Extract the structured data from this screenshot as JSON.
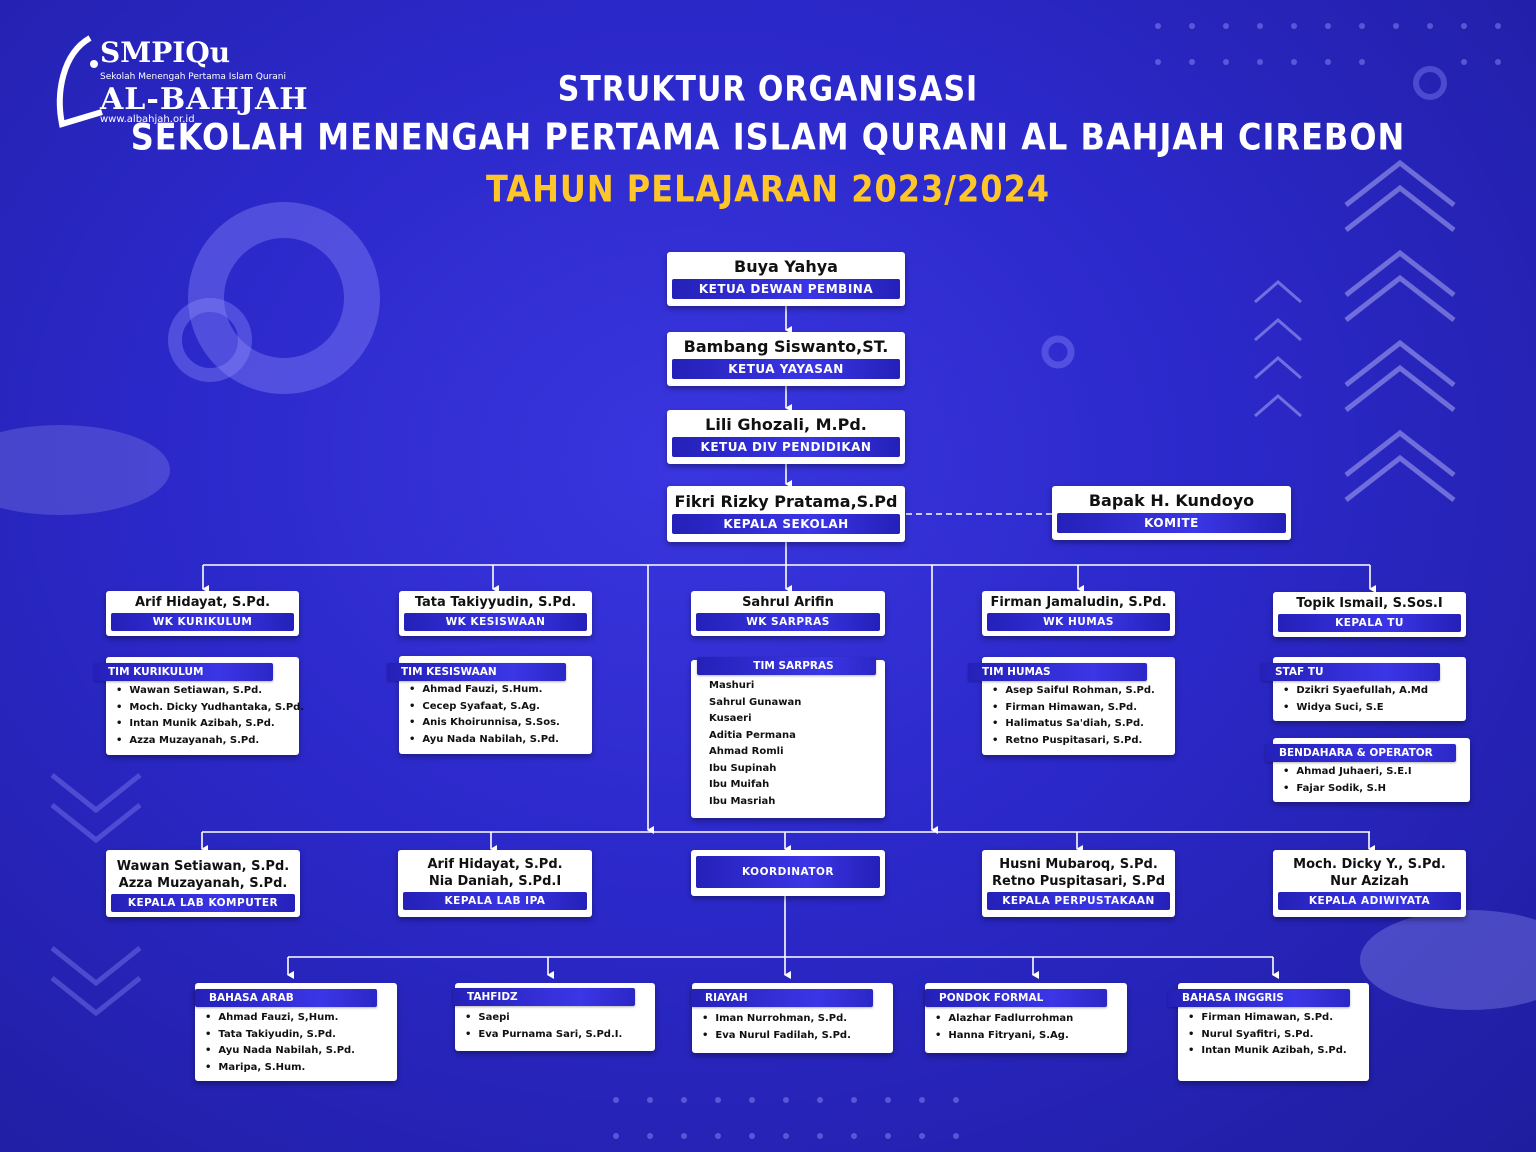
{
  "logo": {
    "line1": "SMPIQu",
    "line2": "Sekolah Menengah Pertama Islam Qurani",
    "line3": "AL-BAHJAH",
    "line4": "www.albahjah.or.id"
  },
  "title": {
    "line1": "STRUKTUR ORGANISASI",
    "line2": "SEKOLAH MENENGAH PERTAMA ISLAM QURANI AL BAHJAH CIREBON",
    "line3": "TAHUN PELAJARAN 2023/2024"
  },
  "top": {
    "pembina": {
      "name": "Buya Yahya",
      "role": "KETUA DEWAN PEMBINA"
    },
    "yayasan": {
      "name": "Bambang Siswanto,ST.",
      "role": "KETUA YAYASAN"
    },
    "div": {
      "name": "Lili Ghozali, M.Pd.",
      "role": "KETUA DIV PENDIDIKAN"
    },
    "kepsek": {
      "name": "Fikri Rizky Pratama,S.Pd",
      "role": "KEPALA SEKOLAH"
    },
    "komite": {
      "name": "Bapak H. Kundoyo",
      "role": "KOMITE"
    }
  },
  "wk": {
    "kurikulum": {
      "name": "Arif Hidayat, S.Pd.",
      "role": "WK KURIKULUM"
    },
    "kesiswaan": {
      "name": "Tata Takiyyudin, S.Pd.",
      "role": "WK KESISWAAN"
    },
    "sarpras": {
      "name": "Sahrul Arifin",
      "role": "WK SARPRAS"
    },
    "humas": {
      "name": "Firman Jamaludin, S.Pd.",
      "role": "WK HUMAS"
    },
    "tu": {
      "name": "Topik Ismail, S.Sos.I",
      "role": "KEPALA TU"
    }
  },
  "teams": {
    "kurikulum": {
      "label": "TIM KURIKULUM",
      "members": [
        "Wawan Setiawan, S.Pd.",
        "Moch. Dicky Yudhantaka, S.Pd.",
        "Intan Munik Azibah, S.Pd.",
        "Azza Muzayanah, S.Pd."
      ]
    },
    "kesiswaan": {
      "label": "TIM KESISWAAN",
      "members": [
        "Ahmad Fauzi, S.Hum.",
        "Cecep Syafaat, S.Ag.",
        "Anis Khoirunnisa, S.Sos.",
        "Ayu Nada Nabilah, S.Pd."
      ]
    },
    "sarpras": {
      "label": "TIM SARPRAS",
      "members": [
        "Mashuri",
        "Sahrul Gunawan",
        "Kusaeri",
        "Aditia Permana",
        "Ahmad Romli",
        "Ibu Supinah",
        "Ibu Muifah",
        "Ibu Masriah"
      ]
    },
    "humas": {
      "label": "TIM HUMAS",
      "members": [
        "Asep Saiful Rohman, S.Pd.",
        "Firman Himawan, S.Pd.",
        "Halimatus Sa'diah, S.Pd.",
        "Retno Puspitasari, S.Pd."
      ]
    },
    "staf_tu": {
      "label": "STAF TU",
      "members": [
        "Dzikri Syaefullah, A.Md",
        "Widya Suci, S.E"
      ]
    },
    "bendahara": {
      "label": "BENDAHARA & OPERATOR",
      "members": [
        "Ahmad Juhaeri, S.E.I",
        "Fajar Sodik, S.H"
      ]
    }
  },
  "kepala": {
    "lab_komputer": {
      "name1": "Wawan Setiawan, S.Pd.",
      "name2": "Azza Muzayanah, S.Pd.",
      "role": "KEPALA LAB KOMPUTER"
    },
    "lab_ipa": {
      "name1": "Arif Hidayat, S.Pd.",
      "name2": "Nia Daniah, S.Pd.I",
      "role": "KEPALA LAB IPA"
    },
    "koordinator": {
      "role": "KOORDINATOR"
    },
    "perpustakaan": {
      "name1": "Husni Mubaroq, S.Pd.",
      "name2": "Retno Puspitasari, S.Pd",
      "role": "KEPALA PERPUSTAKAAN"
    },
    "adiwiyata": {
      "name1": "Moch. Dicky Y., S.Pd.",
      "name2": "Nur Azizah",
      "role": "KEPALA ADIWIYATA"
    }
  },
  "programs": {
    "bahasa_arab": {
      "label": "BAHASA ARAB",
      "members": [
        "Ahmad Fauzi, S,Hum.",
        "Tata Takiyudin, S.Pd.",
        "Ayu Nada Nabilah, S.Pd.",
        "Maripa, S.Hum."
      ]
    },
    "tahfidz": {
      "label": "TAHFIDZ",
      "members": [
        "Saepi",
        "Eva Purnama Sari, S.Pd.I."
      ]
    },
    "riayah": {
      "label": "RIAYAH",
      "members": [
        "Iman Nurrohman, S.Pd.",
        "Eva Nurul Fadilah, S.Pd."
      ]
    },
    "pondok": {
      "label": "PONDOK FORMAL",
      "members": [
        "Alazhar Fadlurrohman",
        "Hanna Fitryani, S.Ag."
      ]
    },
    "inggris": {
      "label": "BAHASA  INGGRIS",
      "members": [
        "Firman Himawan, S.Pd.",
        "Nurul Syafitri, S.Pd.",
        "Intan Munik Azibah, S.Pd."
      ]
    }
  },
  "colors": {
    "background": "#2b28c9",
    "accent_yellow": "#ffc629",
    "label_bar": "#3b36e6"
  }
}
